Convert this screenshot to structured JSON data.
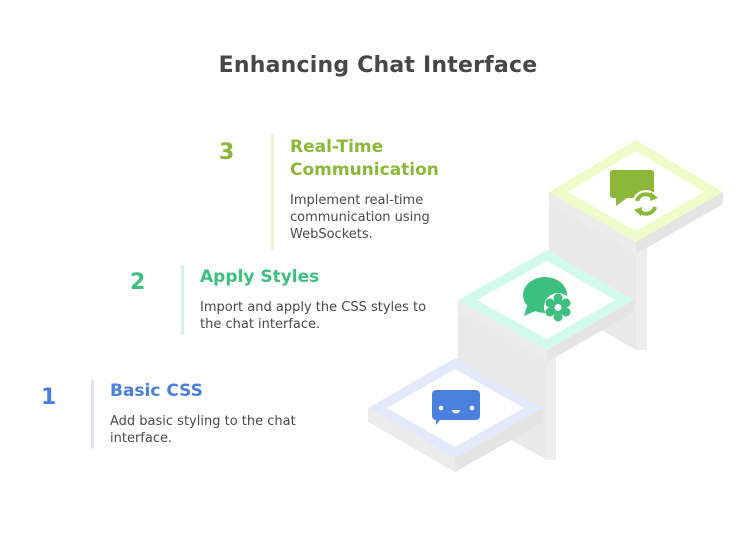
{
  "title": "Enhancing Chat Interface",
  "steps": [
    {
      "number": "1",
      "title": "Basic CSS",
      "description": "Add basic styling to the chat interface.",
      "icon": "chat-smiley-icon",
      "color": "#4a7fdd",
      "bar_color": "#dfe5f5",
      "frame_color": "#e1e9fb"
    },
    {
      "number": "2",
      "title": "Apply Styles",
      "description": "Import and apply the CSS styles to the chat interface.",
      "icon": "chat-gear-icon",
      "color": "#3cbf7f",
      "bar_color": "#d2f5e4",
      "frame_color": "#d3fbe9"
    },
    {
      "number": "3",
      "title": "Real-Time Communication",
      "description": "Implement real-time communication using WebSockets.",
      "icon": "chat-sync-icon",
      "color": "#8cb83a",
      "bar_color": "#eaf6d2",
      "frame_color": "#eefcc9"
    }
  ]
}
